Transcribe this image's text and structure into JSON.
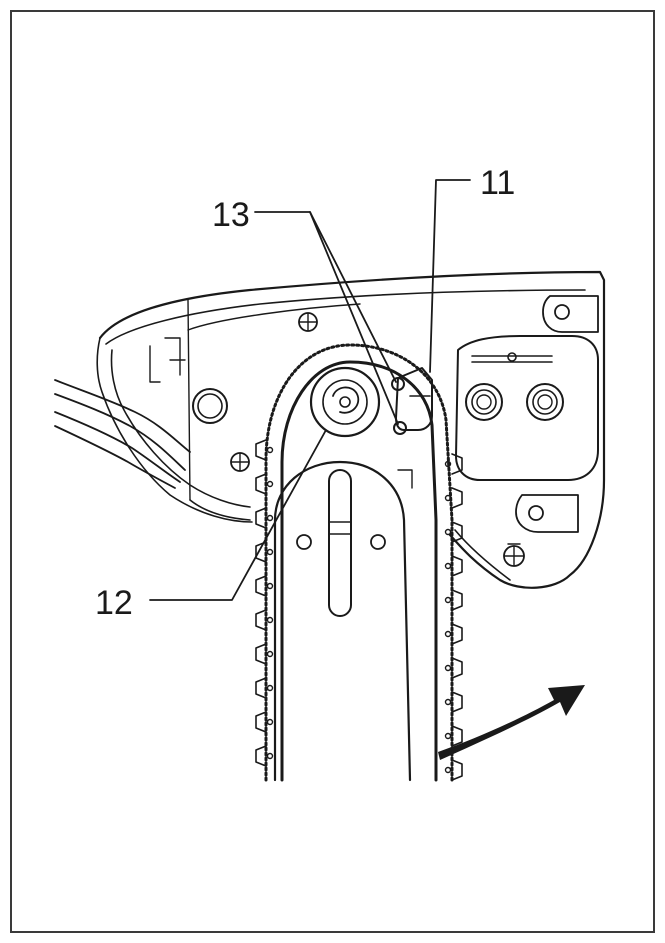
{
  "figure": {
    "callouts": [
      {
        "id": "11",
        "label": "11"
      },
      {
        "id": "12",
        "label": "12"
      },
      {
        "id": "13",
        "label": "13"
      }
    ],
    "colors": {
      "line": "#1a1a1a",
      "background": "#ffffff",
      "frame": "#3a3a3a"
    }
  }
}
